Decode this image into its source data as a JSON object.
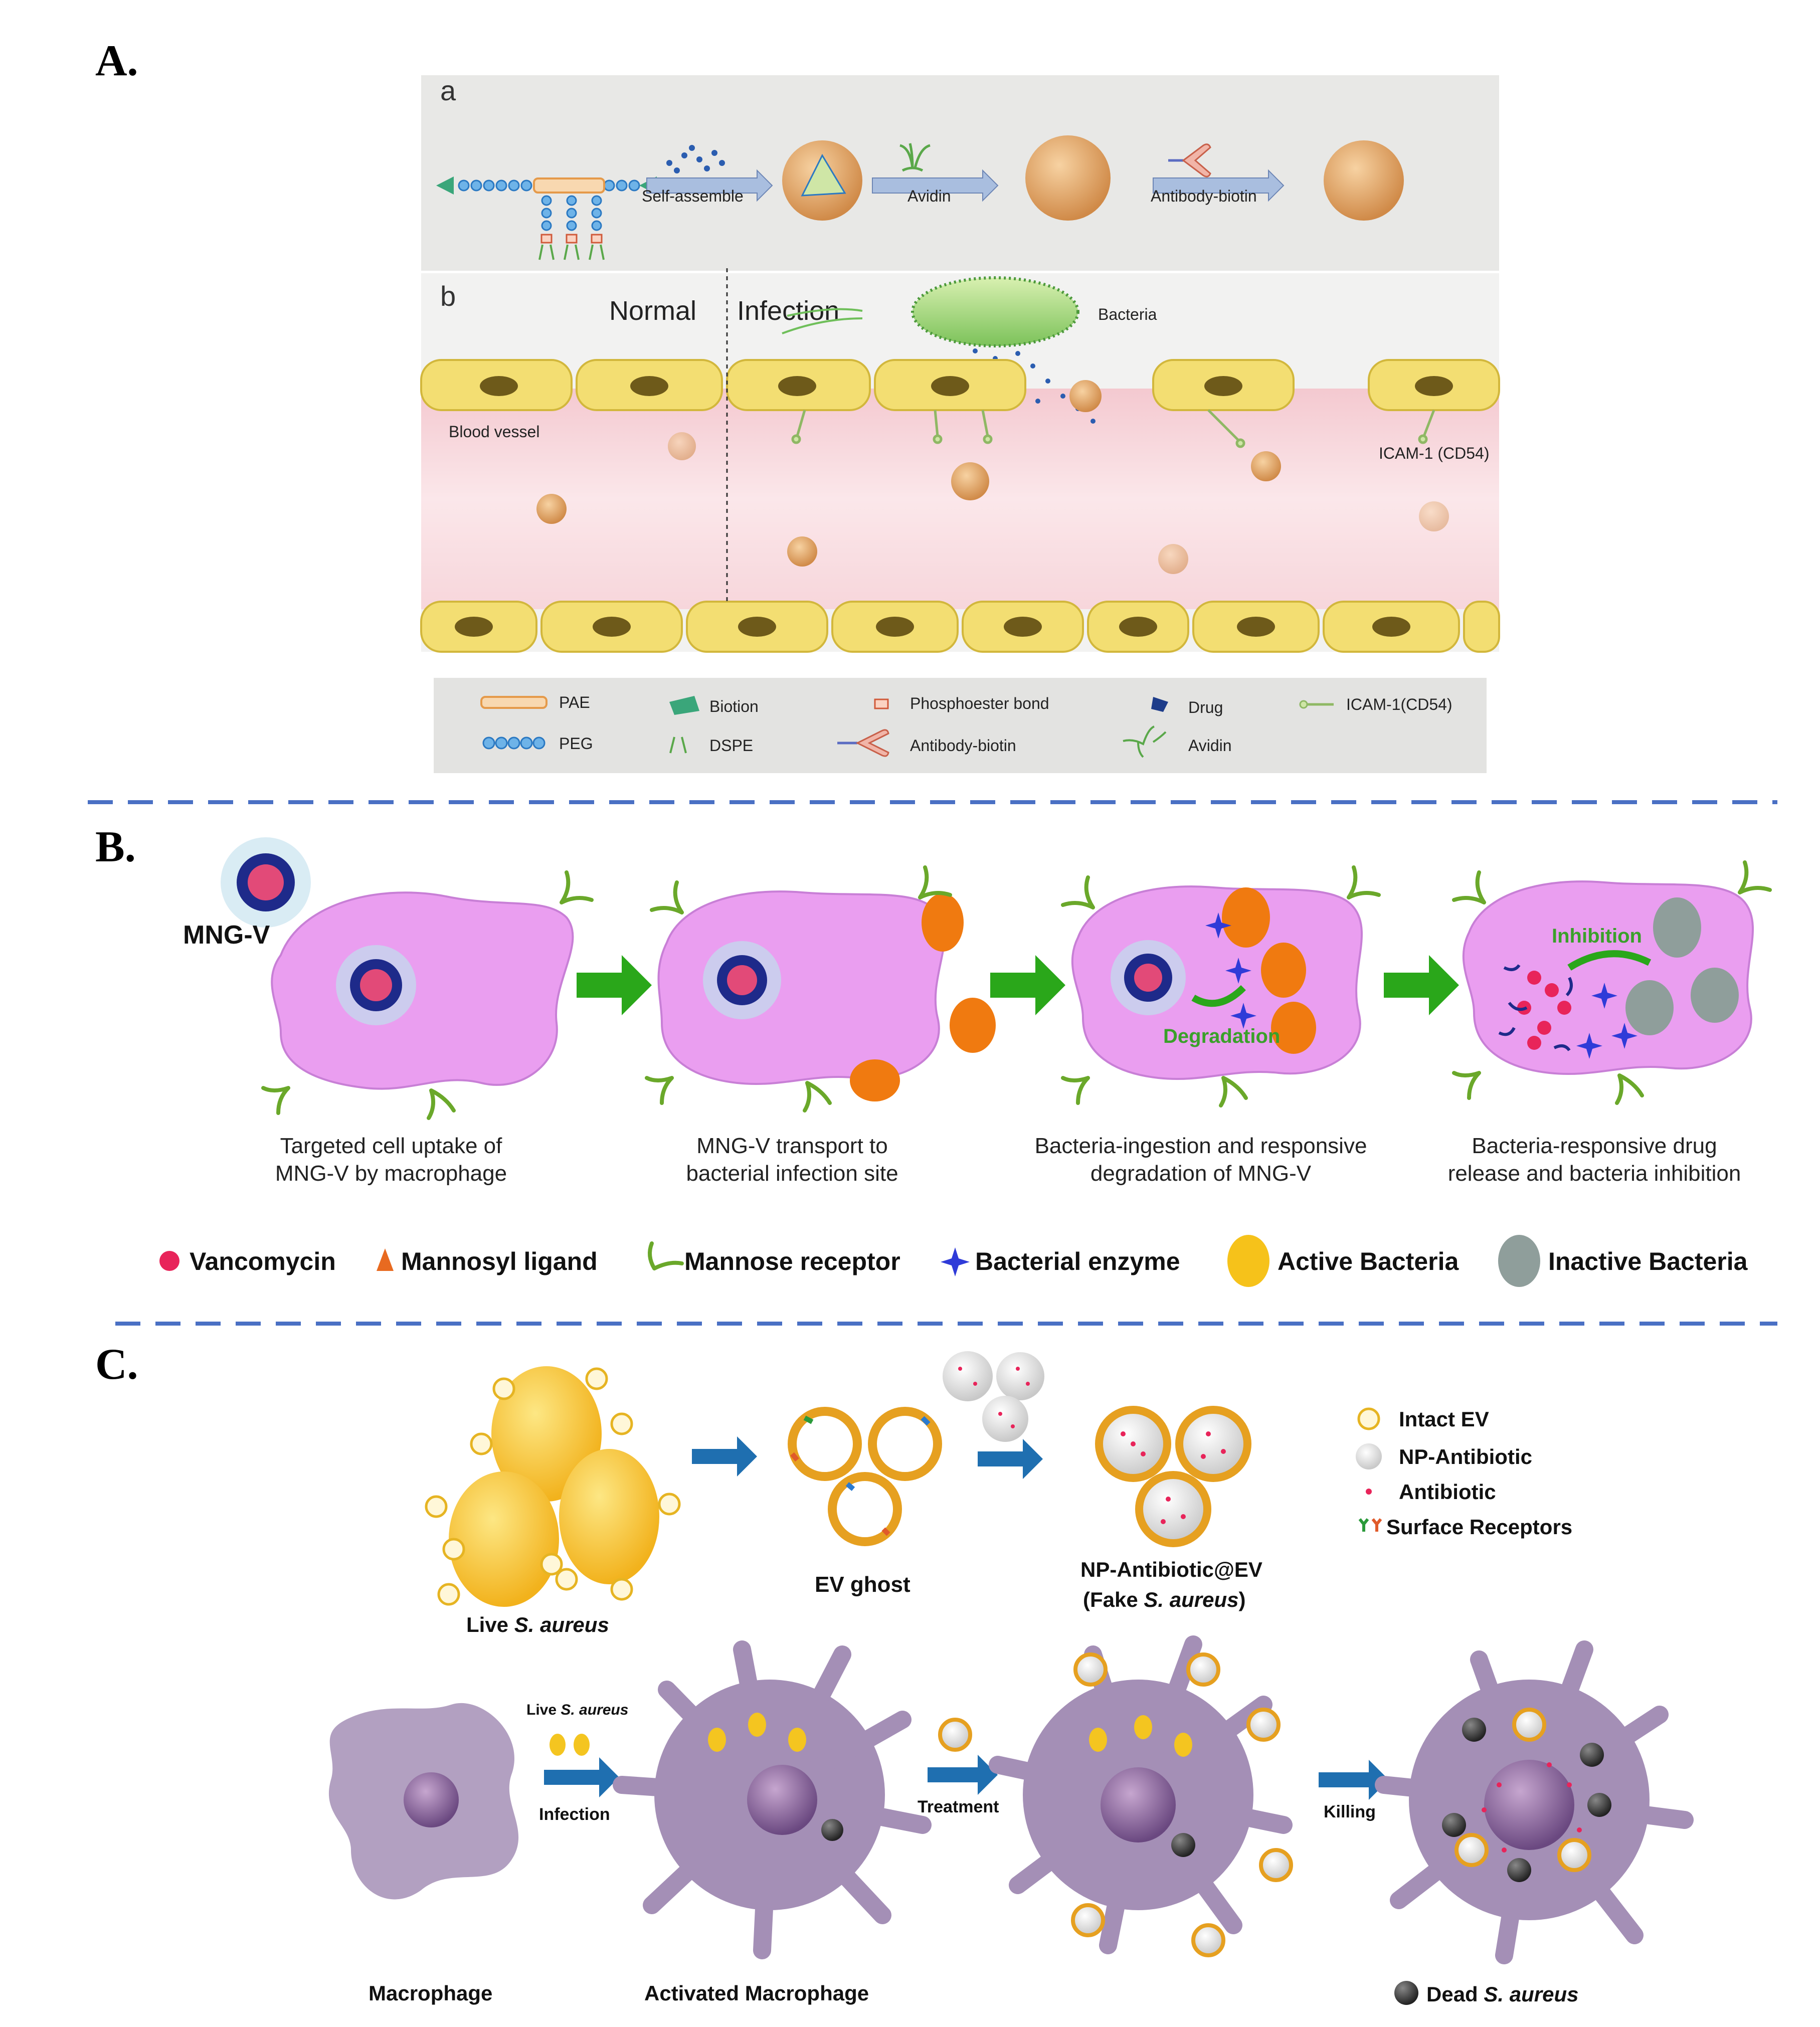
{
  "panel_a": {
    "label": "A.",
    "sub_a": "a",
    "sub_b": "b",
    "step_self_assemble": "Self-assemble",
    "step_avidin": "Avidin",
    "step_antibody_biotin": "Antibody-biotin",
    "normal": "Normal",
    "infection": "Infection",
    "bacteria": "Bacteria",
    "blood_vessel": "Blood vessel",
    "icam": "ICAM-1 (CD54)",
    "legend": {
      "pae": "PAE",
      "peg": "PEG",
      "biotion": "Biotion",
      "dspe": "DSPE",
      "phosphoester": "Phosphoester bond",
      "antibody_biotin": "Antibody-biotin",
      "drug": "Drug",
      "avidin": "Avidin",
      "icam": "ICAM-1(CD54)"
    },
    "colors": {
      "cell": "#f3de72",
      "vessel": "#f6d6dc",
      "particle": "#e6a86a"
    }
  },
  "panel_b": {
    "label": "B.",
    "mngv": "MNG-V",
    "degradation": "Degradation",
    "inhibition": "Inhibition",
    "captions": [
      [
        "Targeted cell uptake of",
        "MNG-V by macrophage"
      ],
      [
        "MNG-V transport to",
        "bacterial infection site"
      ],
      [
        "Bacteria-ingestion and responsive",
        "degradation of MNG-V"
      ],
      [
        "Bacteria-responsive drug",
        "release and bacteria inhibition"
      ]
    ],
    "legend": {
      "vancomycin": "Vancomycin",
      "mannosyl": "Mannosyl ligand",
      "mannose_receptor": "Mannose receptor",
      "enzyme": "Bacterial enzyme",
      "active": "Active Bacteria",
      "inactive": "Inactive Bacteria"
    },
    "colors": {
      "cell": "#ea9ef0",
      "arrow": "#2aa71a",
      "active": "#f07a10",
      "inactive": "#8f9e9b"
    }
  },
  "panel_c": {
    "label": "C.",
    "live": "Live ",
    "species": "S. aureus",
    "ev_ghost": "EV ghost",
    "np_ev": "NP-Antibiotic@EV",
    "fake_open": "(Fake ",
    "fake_close": ")",
    "legend": {
      "intact_ev": "Intact EV",
      "np_antibiotic": "NP-Antibiotic",
      "antibiotic": "Antibiotic",
      "receptors": "Surface Receptors"
    },
    "infection": "Infection",
    "treatment": "Treatment",
    "killing": "Killing",
    "macrophage": "Macrophage",
    "activated": "Activated Macrophage",
    "dead": "Dead ",
    "colors": {
      "macrophage": "#a48fb6",
      "bacteria": "#f4c520",
      "arrow": "#1f6fb0"
    }
  }
}
